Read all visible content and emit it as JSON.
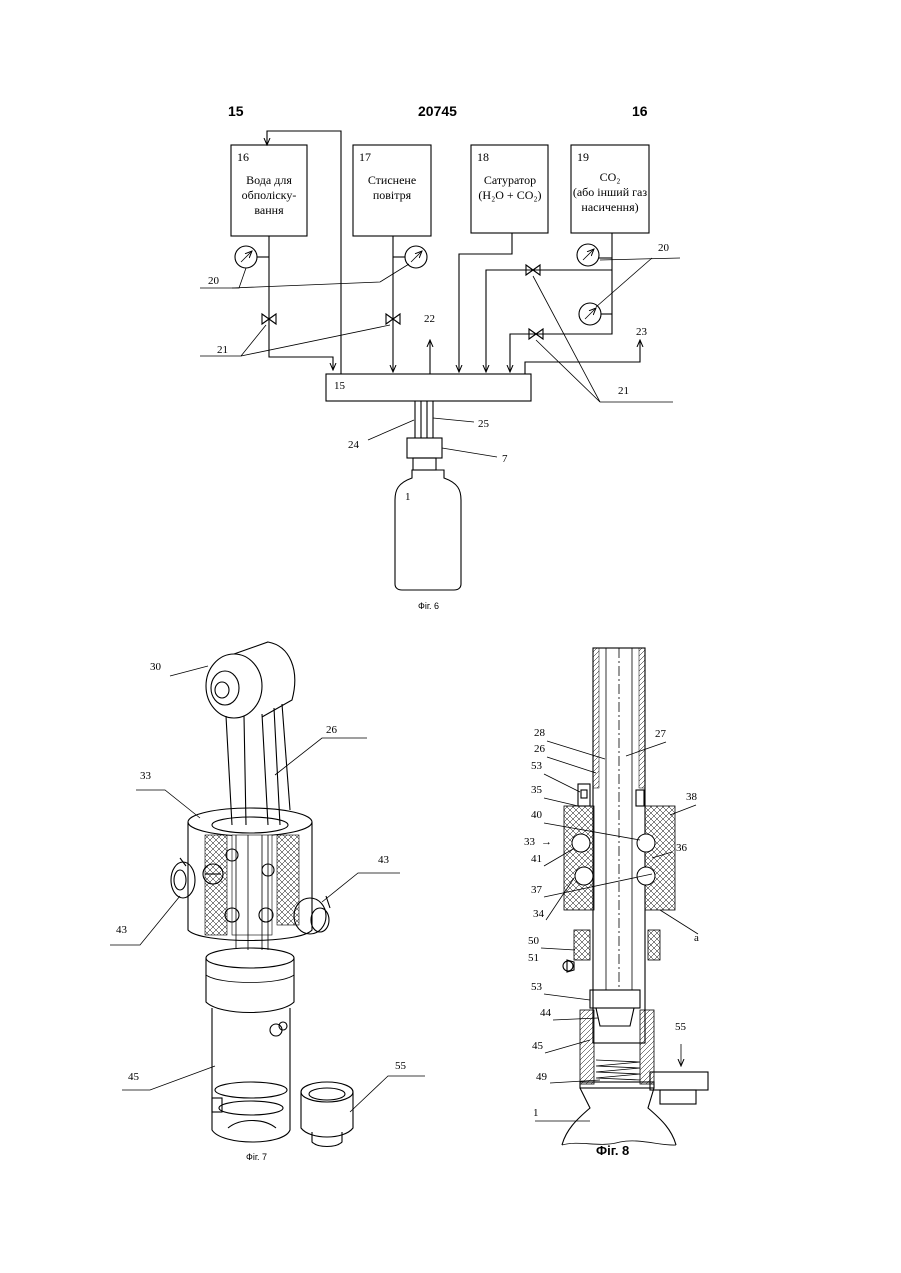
{
  "header": {
    "page_left": "15",
    "doc_number": "20745",
    "page_right": "16"
  },
  "fig6": {
    "boxes": [
      {
        "num": "16",
        "lines": [
          "Вода для",
          "обполіску-",
          "вання"
        ]
      },
      {
        "num": "17",
        "lines": [
          "Стиснене",
          "повітря"
        ]
      },
      {
        "num": "18",
        "lines": [
          "Сатуратор",
          "(H₂O + CO₂)"
        ]
      },
      {
        "num": "19",
        "lines": [
          "CO₂",
          "(або інший газ",
          "насичення)"
        ]
      }
    ],
    "manifold_label": "15",
    "bottle_label": "1",
    "labels": {
      "gauge": "20",
      "gauge_right": "20",
      "valve_left": "21",
      "valve_right": "21",
      "out_22": "22",
      "out_23": "23",
      "tube_24": "24",
      "tube_25": "25",
      "cap_7": "7"
    },
    "caption": "Фіг. 6"
  },
  "fig7": {
    "labels": {
      "l30": "30",
      "l26": "26",
      "l33": "33",
      "l43a": "43",
      "l43b": "43",
      "l45": "45",
      "l55": "55"
    },
    "caption": "Фіг. 7"
  },
  "fig8": {
    "labels": {
      "l28": "28",
      "l27": "27",
      "l26": "26",
      "l53a": "53",
      "l35": "35",
      "l38": "38",
      "l40": "40",
      "l33": "33",
      "l36": "36",
      "l41": "41",
      "l37": "37",
      "l34": "34",
      "la": "a",
      "l50": "50",
      "l51": "51",
      "l53b": "53",
      "l44": "44",
      "l55": "55",
      "l45": "45",
      "l49": "49",
      "l1": "1"
    },
    "caption": "Фіг. 8"
  }
}
